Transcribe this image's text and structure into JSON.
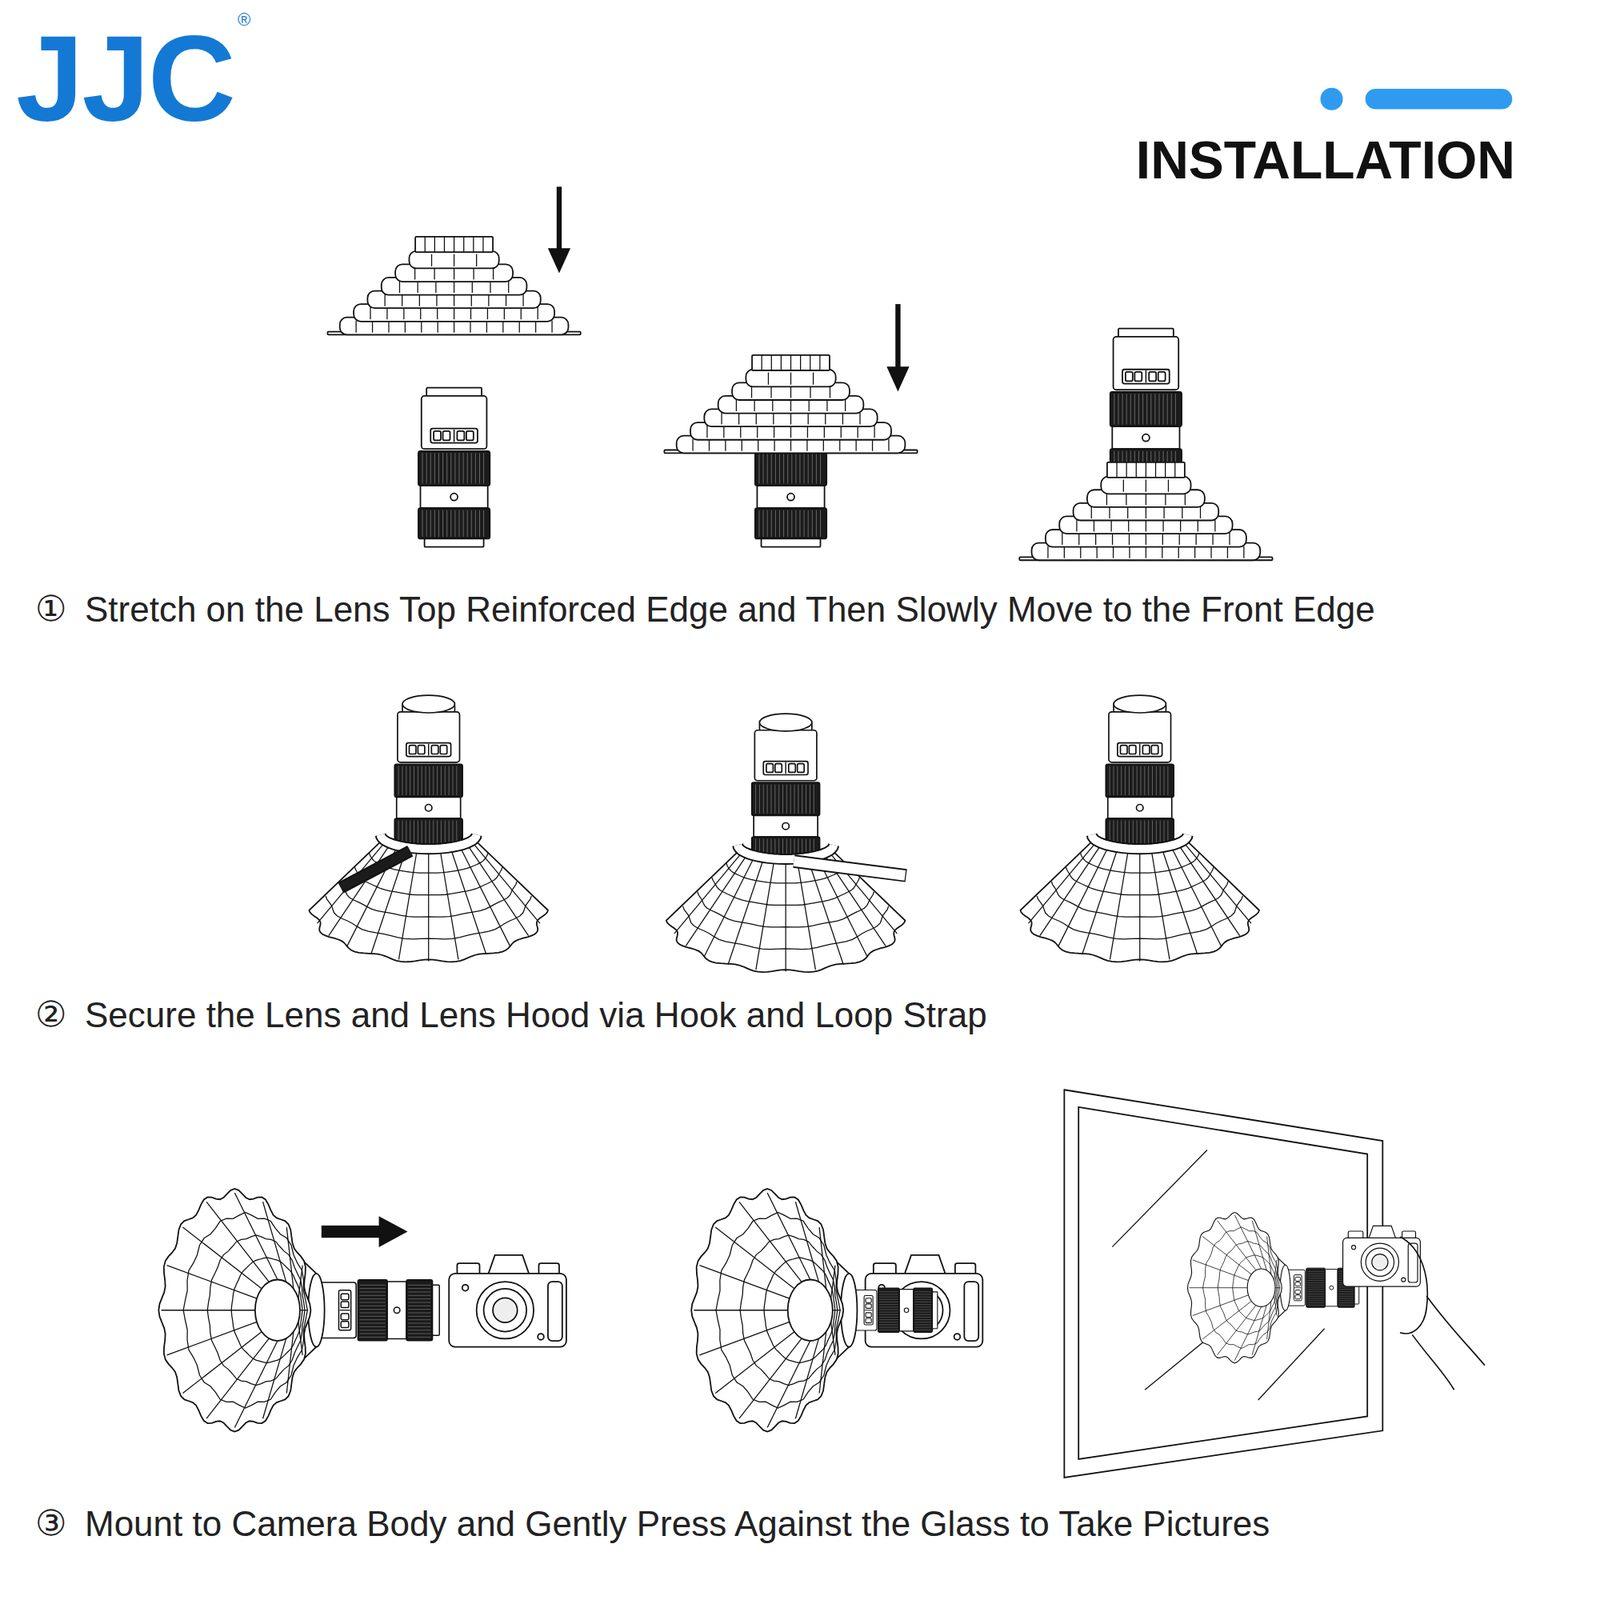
{
  "diagram": {
    "title": "INSTALLATION",
    "labels": [
      "JJC",
      "®",
      "①",
      "Stretch on the Lens Top Reinforced Edge and Then Slowly Move to the Front Edge",
      "②",
      "Secure the Lens and Lens Hood via Hook and Loop Strap",
      "③",
      "Mount to Camera Body and Gently Press Against the Glass to Take Pictures"
    ]
  }
}
